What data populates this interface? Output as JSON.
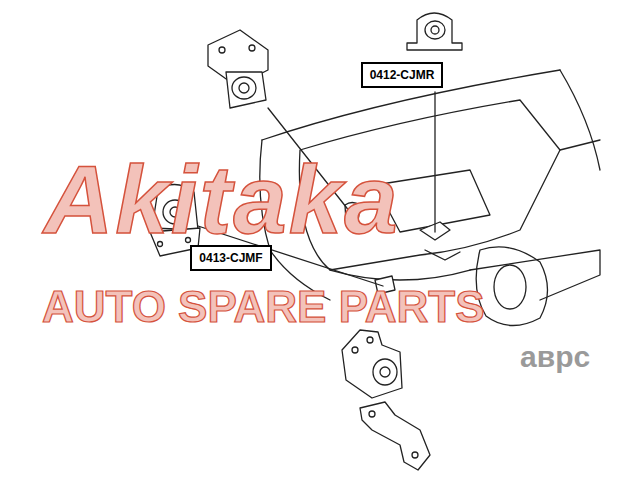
{
  "diagram": {
    "nodes": [
      {
        "text": [
          "0412-CJMR"
        ]
      },
      {
        "text": [
          "0413-CJMF"
        ]
      }
    ],
    "labels": [
      "Akitaka",
      "AUTO SPARE PARTS",
      "аврс"
    ]
  }
}
